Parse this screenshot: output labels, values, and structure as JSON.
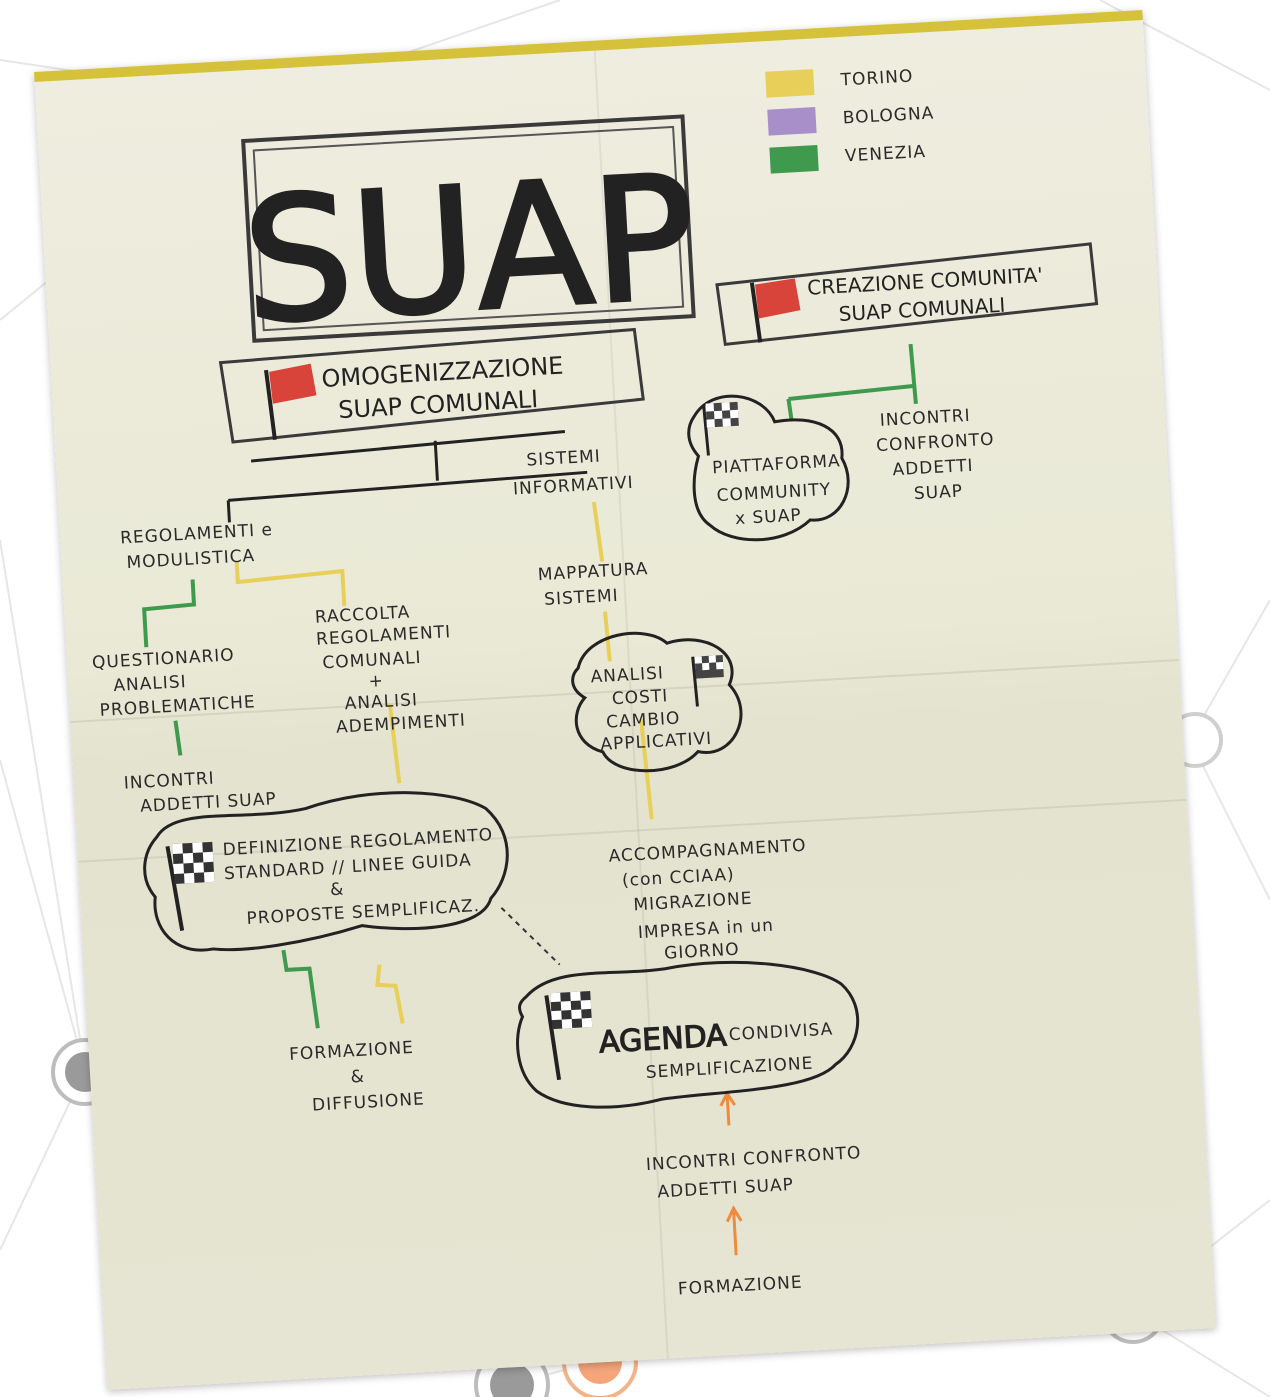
{
  "title": "SUAP",
  "legend": [
    {
      "label": "TORINO",
      "color": "#e8cf5a"
    },
    {
      "label": "BOLOGNA",
      "color": "#a98fc9"
    },
    {
      "label": "VENEZIA",
      "color": "#3f9a4e"
    }
  ],
  "goals": {
    "left": {
      "line1": "OMOGENIZZAZIONE",
      "line2": "SUAP COMUNALI"
    },
    "right": {
      "line1": "CREAZIONE COMUNITA'",
      "line2": "SUAP COMUNALI"
    }
  },
  "nodes": {
    "regolamenti": {
      "line1": "REGOLAMENTI e",
      "line2": "MODULISTICA"
    },
    "sistemi": {
      "line1": "SISTEMI",
      "line2": "INFORMATIVI"
    },
    "piattaforma": {
      "line1": "PIATTAFORMA",
      "line2": "COMMUNITY",
      "line3": "x SUAP"
    },
    "incontri_confronto": {
      "line1": "INCONTRI",
      "line2": "CONFRONTO",
      "line3": "ADDETTI",
      "line4": "SUAP"
    },
    "questionario": {
      "line1": "QUESTIONARIO",
      "line2": "ANALISI",
      "line3": "PROBLEMATICHE"
    },
    "raccolta": {
      "line1": "RACCOLTA",
      "line2": "REGOLAMENTI",
      "line3": "COMUNALI",
      "line4": "+",
      "line5": "ANALISI",
      "line6": "ADEMPIMENTI"
    },
    "mappatura": {
      "line1": "MAPPATURA",
      "line2": "SISTEMI"
    },
    "analisi_costi": {
      "line1": "ANALISI",
      "line2": "COSTI",
      "line3": "CAMBIO",
      "line4": "APPLICATIVI"
    },
    "incontri_addetti": {
      "line1": "INCONTRI",
      "line2": "ADDETTI SUAP"
    },
    "definizione": {
      "line1": "DEFINIZIONE REGOLAMENTO",
      "line2": "STANDARD // LINEE GUIDA",
      "line3": "&",
      "line4": "PROPOSTE SEMPLIFICAZ."
    },
    "accompagnamento": {
      "line1": "ACCOMPAGNAMENTO",
      "line2": "(con CCIAA)",
      "line3": "MIGRAZIONE",
      "line4": "IMPRESA in un",
      "line5": "GIORNO"
    },
    "formazione_diffusione": {
      "line1": "FORMAZIONE",
      "line2": "&",
      "line3": "DIFFUSIONE"
    },
    "agenda": {
      "line1": "AGENDA",
      "line2": "CONDIVISA",
      "line3": "SEMPLIFICAZIONE"
    },
    "incontri_confronto_bottom": {
      "line1": "INCONTRI CONFRONTO",
      "line2": "ADDETTI SUAP"
    },
    "formazione": {
      "line1": "FORMAZIONE"
    }
  },
  "colors": {
    "torino": "#e8cf5a",
    "bologna": "#a98fc9",
    "venezia": "#3f9a4e",
    "flag_red": "#d8433a",
    "arrow_orange": "#f08a3c",
    "ink": "#222222"
  }
}
